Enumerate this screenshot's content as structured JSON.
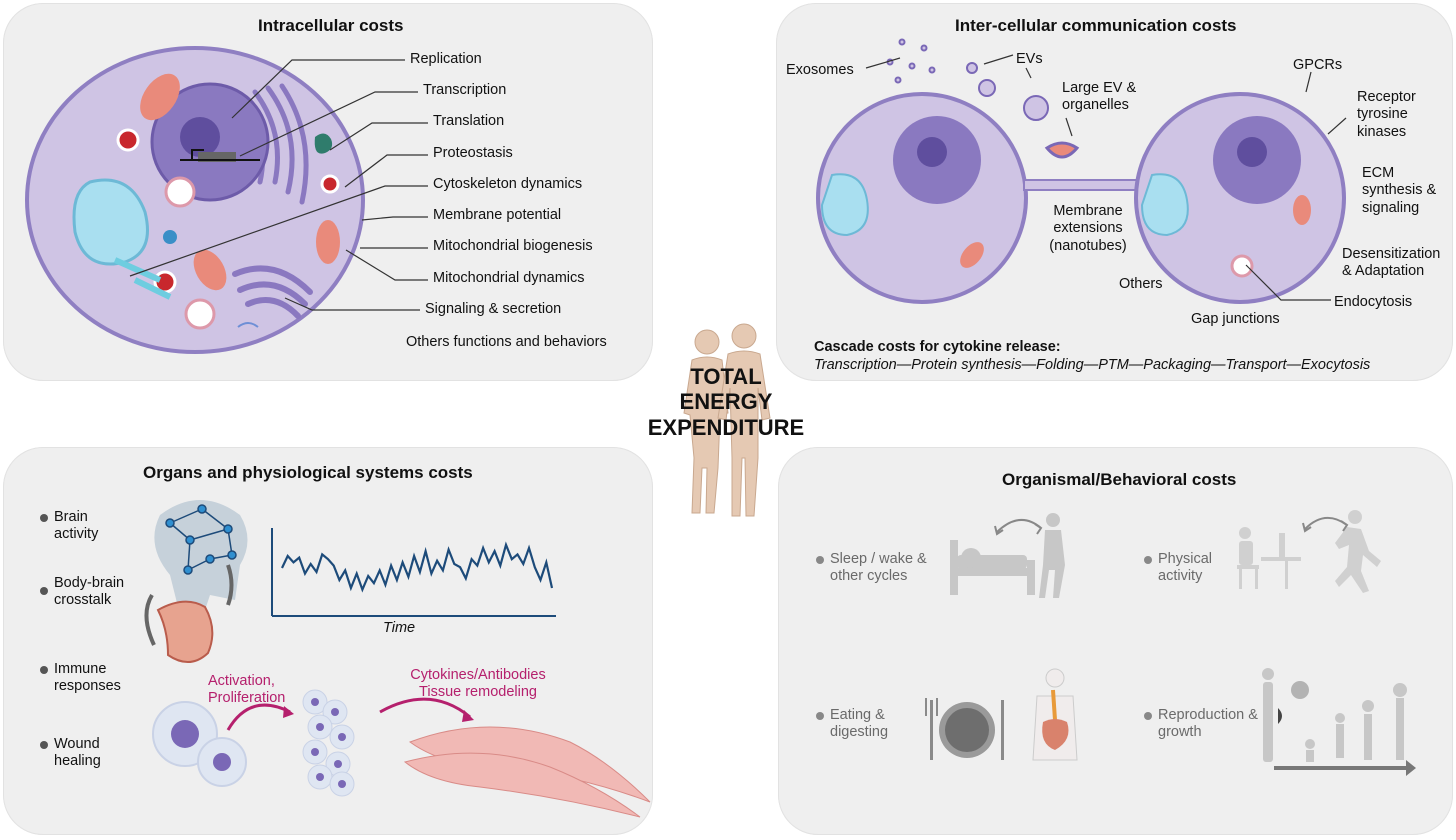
{
  "center": {
    "title_lines": [
      "TOTAL",
      "ENERGY",
      "EXPENDITURE"
    ]
  },
  "intracellular": {
    "title": "Intracellular costs",
    "labels": [
      "Replication",
      "Transcription",
      "Translation",
      "Proteostasis",
      "Cytoskeleton dynamics",
      "Membrane potential",
      "Mitochondrial biogenesis",
      "Mitochondrial dynamics",
      "Signaling & secretion",
      "Others functions and behaviors"
    ]
  },
  "intercellular": {
    "title": "Inter-cellular communication costs",
    "exosomes": "Exosomes",
    "evs": "EVs",
    "large_ev": "Large EV & organelles",
    "gpcrs": "GPCRs",
    "rtk": "Receptor tyrosine kinases",
    "ecm": "ECM synthesis & signaling",
    "desens": "Desensitization & Adaptation",
    "endocytosis": "Endocytosis",
    "gap": "Gap junctions",
    "others": "Others",
    "membrane_ext": "Membrane extensions (nanotubes)",
    "cascade_title": "Cascade costs for cytokine release:",
    "cascade_steps": "Transcription—Protein synthesis—Folding—PTM—Packaging—Transport—Exocytosis"
  },
  "organs": {
    "title": "Organs and physiological systems costs",
    "bullets": [
      "Brain activity",
      "Body-brain crosstalk",
      "Immune responses",
      "Wound healing"
    ],
    "time_label": "Time",
    "activation": "Activation, Proliferation",
    "cytokines": "Cytokines/Antibodies Tissue remodeling",
    "signal": [
      55,
      70,
      62,
      68,
      48,
      60,
      50,
      72,
      66,
      58,
      40,
      52,
      30,
      48,
      28,
      45,
      36,
      52,
      34,
      58,
      40,
      62,
      44,
      70,
      50,
      76,
      48,
      64,
      52,
      78,
      60,
      56,
      42,
      66,
      58,
      80,
      62,
      76,
      58,
      84,
      66,
      72,
      60,
      80,
      56,
      40,
      62,
      30
    ]
  },
  "organismal": {
    "title": "Organismal/Behavioral costs",
    "items": [
      "Sleep / wake & other cycles",
      "Physical activity",
      "Eating & digesting",
      "Reproduction & growth"
    ]
  },
  "colors": {
    "cell_fill": "#cfc4e4",
    "cell_border": "#8f7fc2",
    "nucleus": "#7a68b6",
    "mito": "#e98a7b",
    "magenta": "#b5206d",
    "line_blue": "#1d4b7a"
  }
}
